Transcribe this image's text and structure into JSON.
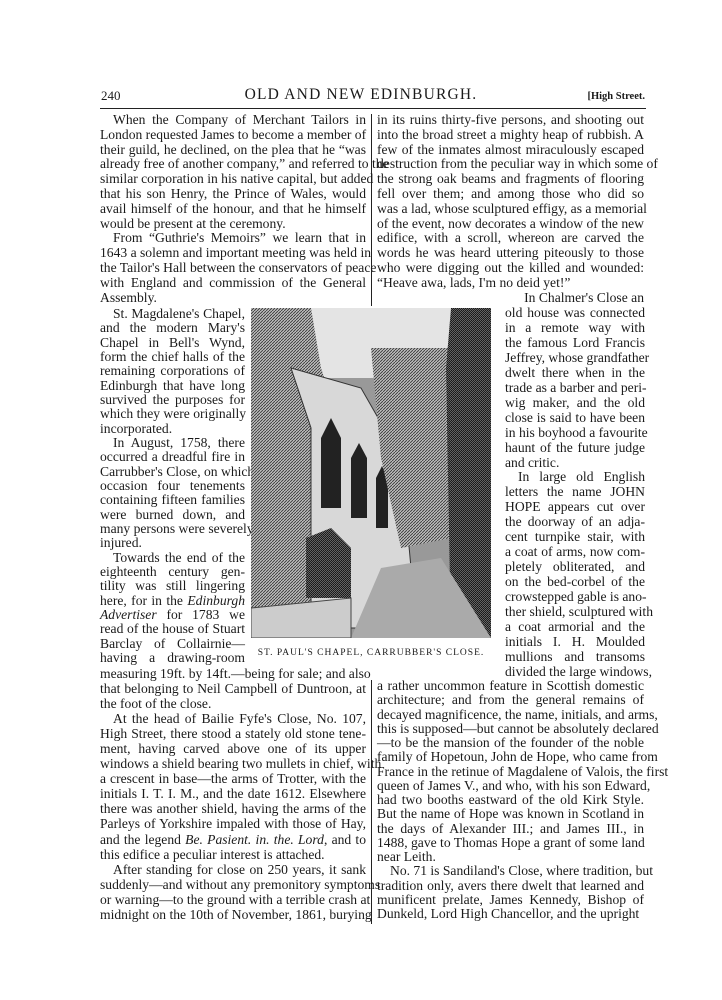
{
  "header": {
    "page_number": "240",
    "title": "OLD AND NEW EDINBURGH.",
    "section": "[High Street."
  },
  "figure": {
    "caption": "ST. PAUL'S CHAPEL, CARRUBBER'S CLOSE."
  },
  "blocks": {
    "left_top": [
      {
        "lines": [
          "When the Company of Merchant Tailors in",
          "London requested James to become a member of",
          "their guild, he declined, on the plea that he “was",
          "already free of another company,” and referred to the",
          "similar corporation in his native capital, but added",
          "that his son Henry, the Prince of Wales, would",
          "avail himself of the honour, and that he himself",
          "would be present at the ceremony."
        ]
      },
      {
        "lines": [
          "From “Guthrie's Memoirs” we learn that in",
          "1643 a solemn and important meeting was held in",
          "the Tailor's Hall between the conservators of peace",
          "with England and commission of the General",
          "Assembly."
        ]
      }
    ],
    "left_narrow": [
      {
        "lines": [
          "St. Magdalene's Chapel,",
          "and the modern Mary's",
          "Chapel in Bell's Wynd,",
          "form the chief halls of the",
          "remaining corporations of",
          "Edinburgh that have long",
          "survived the purposes for",
          "which they were originally",
          "incorporated."
        ]
      },
      {
        "lines": [
          "In August, 1758, there",
          "occurred a dreadful fire in",
          "Carrubber's Close, on which",
          "occasion four tenements",
          "containing fifteen families",
          "were burned down, and",
          "many persons were severely",
          "injured."
        ]
      },
      {
        "lines": [
          "Towards the end of the",
          "eighteenth century gen-",
          "tility was still lingering",
          "here, for in the Edinburgh",
          "Advertiser for 1783 we",
          "read of the house of Stuart",
          "Barclay of Collairnie—",
          "having a drawing-room"
        ]
      }
    ],
    "left_bottom": [
      {
        "lines": [
          "measuring 19ft. by 14ft.—being for sale; and also",
          "that belonging to Neil Campbell of Duntroon, at",
          "the foot of the close."
        ]
      },
      {
        "lines": [
          "At the head of Bailie Fyfe's Close, No. 107,",
          "High Street, there stood a stately old stone tene-",
          "ment, having carved above one of its upper",
          "windows a shield bearing two mullets in chief, with",
          "a crescent in base—the arms of Trotter, with the",
          "initials I. T. I. M., and the date 1612. Elsewhere",
          "there was another shield, having the arms of the",
          "Parleys of Yorkshire impaled with those of Hay,",
          "and the legend Be. Pasient. in. the. Lord, and to",
          "this edifice a peculiar interest is attached."
        ]
      },
      {
        "lines": [
          "After standing for close on 250 years, it sank",
          "suddenly—and without any premonitory symptoms",
          "or warning—to the ground with a terrible crash at",
          "midnight on the 10th of November, 1861, burying"
        ]
      }
    ],
    "right_top": [
      {
        "lines": [
          "in its ruins thirty-five persons, and shooting out",
          "into the broad street a mighty heap of rubbish. A",
          "few of the inmates almost miraculously escaped",
          "destruction from the peculiar way in which some of",
          "the strong oak beams and fragments of flooring",
          "fell over them; and among those who did so",
          "was a lad, whose sculptured effigy, as a memorial",
          "of the event, now decorates a window of the new",
          "edifice, with a scroll, whereon are carved the",
          "words he was heard uttering piteously to those",
          "who were digging out the killed and wounded:",
          "“Heave awa, lads, I'm no deid yet!”"
        ]
      },
      {
        "lines": [
          "In Chalmer's Close an"
        ]
      }
    ],
    "right_narrow": [
      {
        "lines": [
          "old house was connected",
          "in a remote way with",
          "the famous Lord Francis",
          "Jeffrey, whose grandfather",
          "dwelt there when in the",
          "trade as a barber and peri-",
          "wig maker, and the old",
          "close is said to have been",
          "in his boyhood a favourite",
          "haunt of the future judge",
          "and critic."
        ]
      },
      {
        "lines": [
          "In large old English",
          "letters the name JOHN",
          "HOPE appears cut over",
          "the doorway of an adja-",
          "cent turnpike stair, with",
          "a coat of arms, now com-",
          "pletely obliterated, and",
          "on the bed-corbel of the",
          "crowstepped gable is ano-",
          "ther shield, sculptured with",
          "a coat armorial and the",
          "initials I. H. Moulded",
          "mullions and transoms",
          "divided the large windows,"
        ]
      }
    ],
    "right_bottom": [
      {
        "lines": [
          "a rather uncommon feature in Scottish domestic",
          "architecture; and from the general remains of",
          "decayed magnificence, the name, initials, and arms,",
          "this is supposed—but cannot be absolutely declared",
          "—to be the mansion of the founder of the noble",
          "family of Hopetoun, John de Hope, who came from",
          "France in the retinue of Magdalene of Valois, the first",
          "queen of James V., and who, with his son Edward,",
          "had two booths eastward of the old Kirk Style.",
          "But the name of Hope was known in Scotland in",
          "the days of Alexander III.; and James III., in",
          "1488, gave to Thomas Hope a grant of some land",
          "near Leith."
        ]
      },
      {
        "lines": [
          "No. 71 is Sandiland's Close, where tradition, but",
          "tradition only, avers there dwelt that learned and",
          "munificent prelate, James Kennedy, Bishop of",
          "Dunkeld, Lord High Chancellor, and the upright"
        ]
      }
    ]
  }
}
